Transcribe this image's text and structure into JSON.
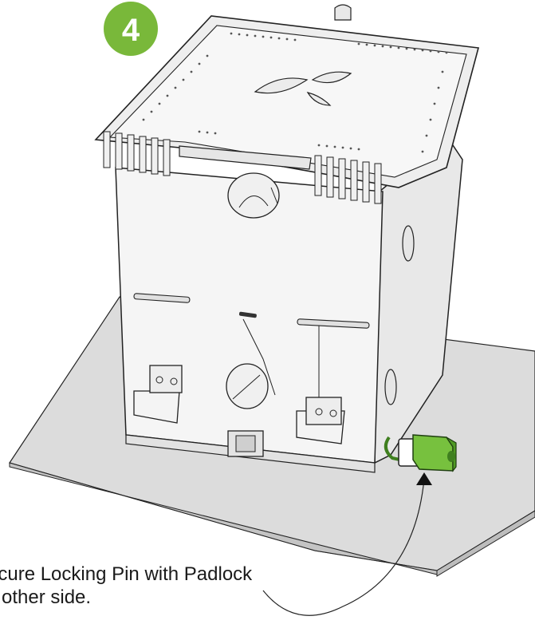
{
  "step_number": "4",
  "instruction": {
    "line1": "ecure Locking Pin with Padlock",
    "line2": "other side."
  },
  "colors": {
    "badge_fill": "#79b83a",
    "padlock_green": "#77c13e",
    "padlock_dark": "#3f7f1f",
    "base_top": "#dcdcdc",
    "base_side": "#c8c8c8",
    "bin_body": "#f4f4f4",
    "outline": "#222222"
  },
  "icons": {
    "badge": "step-badge-icon",
    "padlock": "padlock-icon",
    "leaf_logo": "leaf-logo-icon"
  }
}
